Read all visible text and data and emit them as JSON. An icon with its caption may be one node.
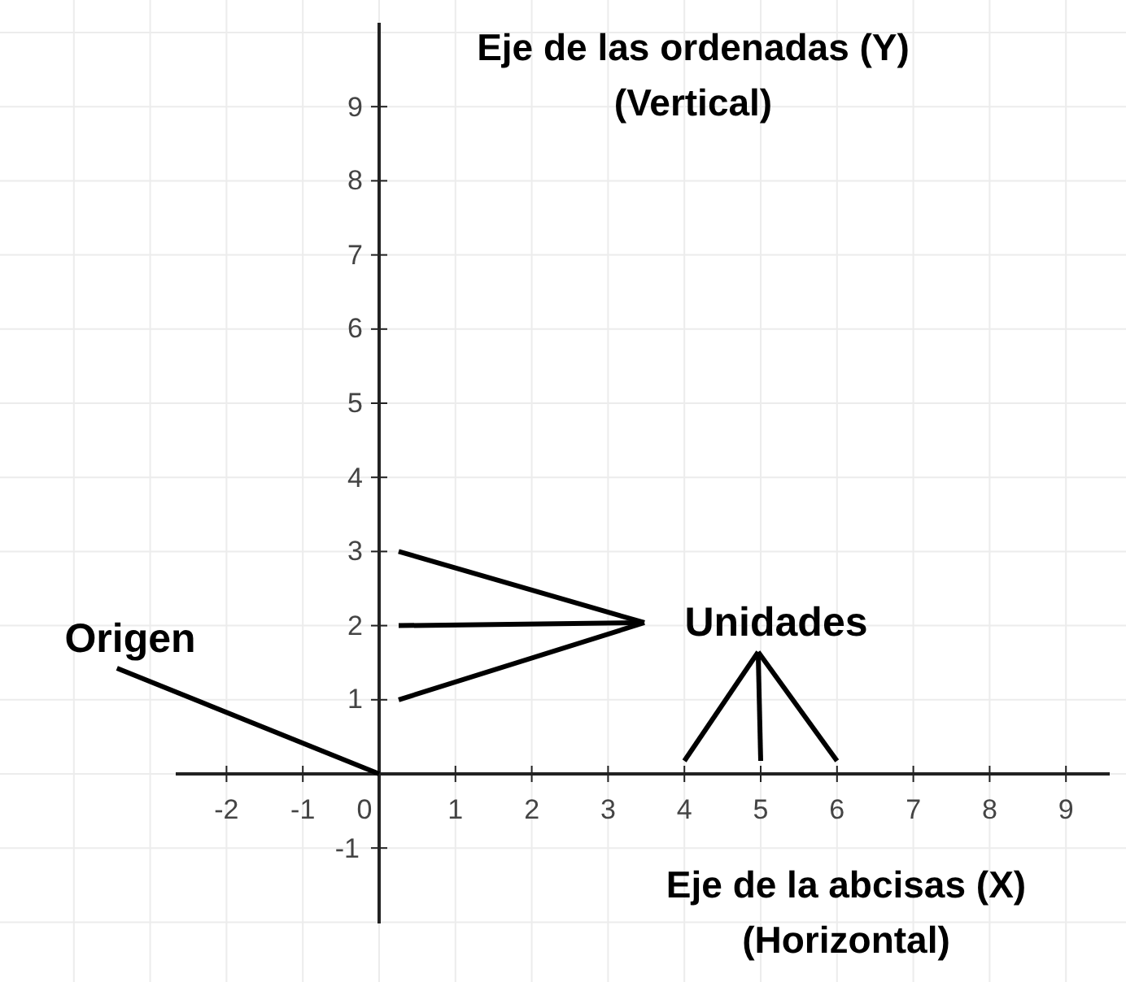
{
  "diagram": {
    "nodes": [
      {
        "text": [
          "Origen"
        ]
      },
      {
        "text": [
          "Unidades"
        ]
      }
    ],
    "edges": [
      {
        "from": 0,
        "to": null,
        "arrow": "none"
      },
      {
        "from": 1,
        "to": null,
        "arrow": "none"
      },
      {
        "from": 1,
        "to": null,
        "arrow": "none"
      },
      {
        "from": 1,
        "to": null,
        "arrow": "none"
      },
      {
        "from": 1,
        "to": null,
        "arrow": "none"
      },
      {
        "from": 1,
        "to": null,
        "arrow": "none"
      },
      {
        "from": 1,
        "to": null,
        "arrow": "none"
      }
    ],
    "labels": [
      "Eje de las ordenadas (Y) (Vertical)",
      "9",
      "8",
      "7",
      "6",
      "5",
      "4",
      "3",
      "2",
      "1",
      "-2",
      "-1",
      "0",
      "1",
      "2",
      "3",
      "4",
      "5",
      "6",
      "7",
      "8",
      "9",
      "-1",
      "Eje de la abcisas (X) (Horizontal)"
    ]
  }
}
